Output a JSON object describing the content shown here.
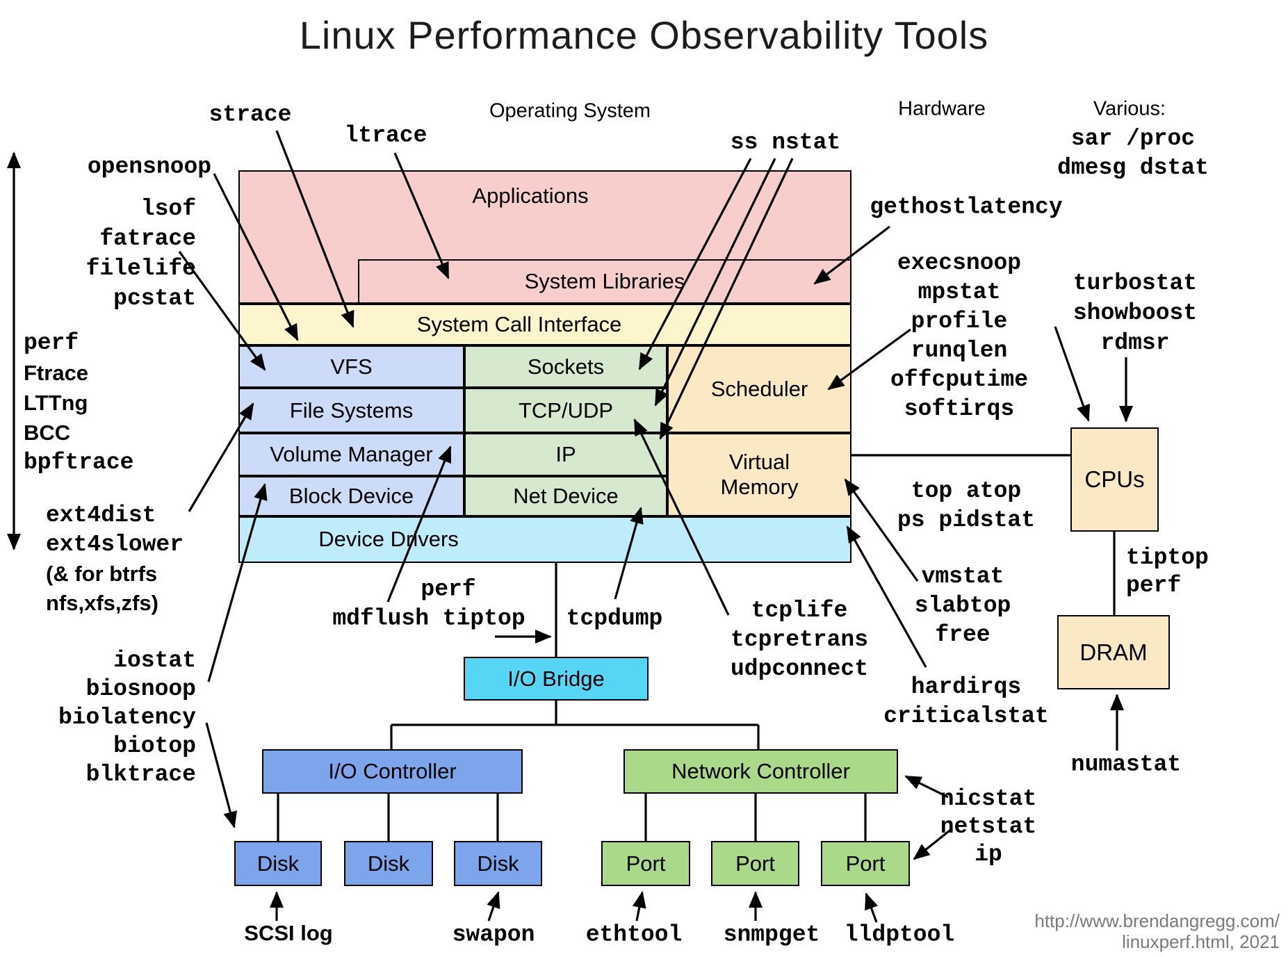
{
  "title": "Linux Performance Observability Tools",
  "headers": {
    "operating_system": "Operating System",
    "hardware": "Hardware",
    "various": "Various:"
  },
  "boxes": {
    "applications": "Applications",
    "system_libraries": "System Libraries",
    "system_call_interface": "System Call Interface",
    "vfs": "VFS",
    "file_systems": "File Systems",
    "volume_manager": "Volume Manager",
    "block_device": "Block Device",
    "sockets": "Sockets",
    "tcp_udp": "TCP/UDP",
    "ip": "IP",
    "net_device": "Net Device",
    "scheduler": "Scheduler",
    "virtual_memory": "Virtual Memory",
    "device_drivers": "Device Drivers",
    "io_bridge": "I/O Bridge",
    "io_controller": "I/O Controller",
    "network_controller": "Network Controller",
    "disks": [
      "Disk",
      "Disk",
      "Disk"
    ],
    "ports": [
      "Port",
      "Port",
      "Port"
    ],
    "cpus": "CPUs",
    "dram": "DRAM"
  },
  "tools": {
    "strace": "strace",
    "ltrace": "ltrace",
    "opensnoop": "opensnoop",
    "file_group": [
      "lsof",
      "fatrace",
      "filelife",
      "pcstat"
    ],
    "tracer_group": [
      "perf",
      "Ftrace",
      "LTTng",
      "BCC",
      "bpftrace"
    ],
    "ext4_group": [
      "ext4dist",
      "ext4slower",
      "(& for btrfs",
      "nfs,xfs,zfs)"
    ],
    "io_group": [
      "iostat",
      "biosnoop",
      "biolatency",
      "biotop",
      "blktrace"
    ],
    "perf_above": "perf",
    "mdflush_tiptop": "mdflush tiptop",
    "tcpdump": "tcpdump",
    "tcp_group": [
      "tcplife",
      "tcpretrans",
      "udpconnect"
    ],
    "ss_nstat": "ss nstat",
    "gethostlatency": "gethostlatency",
    "sched_group": [
      "execsnoop",
      "mpstat",
      "profile",
      "runqlen",
      "offcputime",
      "softirqs"
    ],
    "various_group": [
      "sar /proc",
      "dmesg dstat"
    ],
    "cpu_hw_group": [
      "turbostat",
      "showboost",
      "rdmsr"
    ],
    "proc_group": [
      "top atop",
      "ps pidstat"
    ],
    "mem_group": [
      "vmstat",
      "slabtop",
      "free"
    ],
    "irq_group": [
      "hardirqs",
      "criticalstat"
    ],
    "cpu_dram_group": [
      "tiptop",
      "perf"
    ],
    "numastat": "numastat",
    "nic_group": [
      "nicstat",
      "netstat",
      "ip"
    ],
    "scsi_log": "SCSI log",
    "swapon": "swapon",
    "ethtool": "ethtool",
    "snmpget": "snmpget",
    "lldptool": "lldptool"
  },
  "footer": {
    "line1": "http://www.brendangregg.com/",
    "line2": "linuxperf.html, 2021"
  },
  "colors": {
    "app_pink": "#f8cecc",
    "sci_yellow": "#fcf5cd",
    "fs_blue": "#ccdcf8",
    "net_green": "#d6e8ce",
    "mem_tan": "#fbe9c6",
    "drivers_cyan": "#bfecfa",
    "bridge_cyan": "#57d5f5",
    "controller_blue": "#7da5ec",
    "controller_green": "#a9d989",
    "line_black": "#000000",
    "footer_gray": "#7a7a7a"
  }
}
